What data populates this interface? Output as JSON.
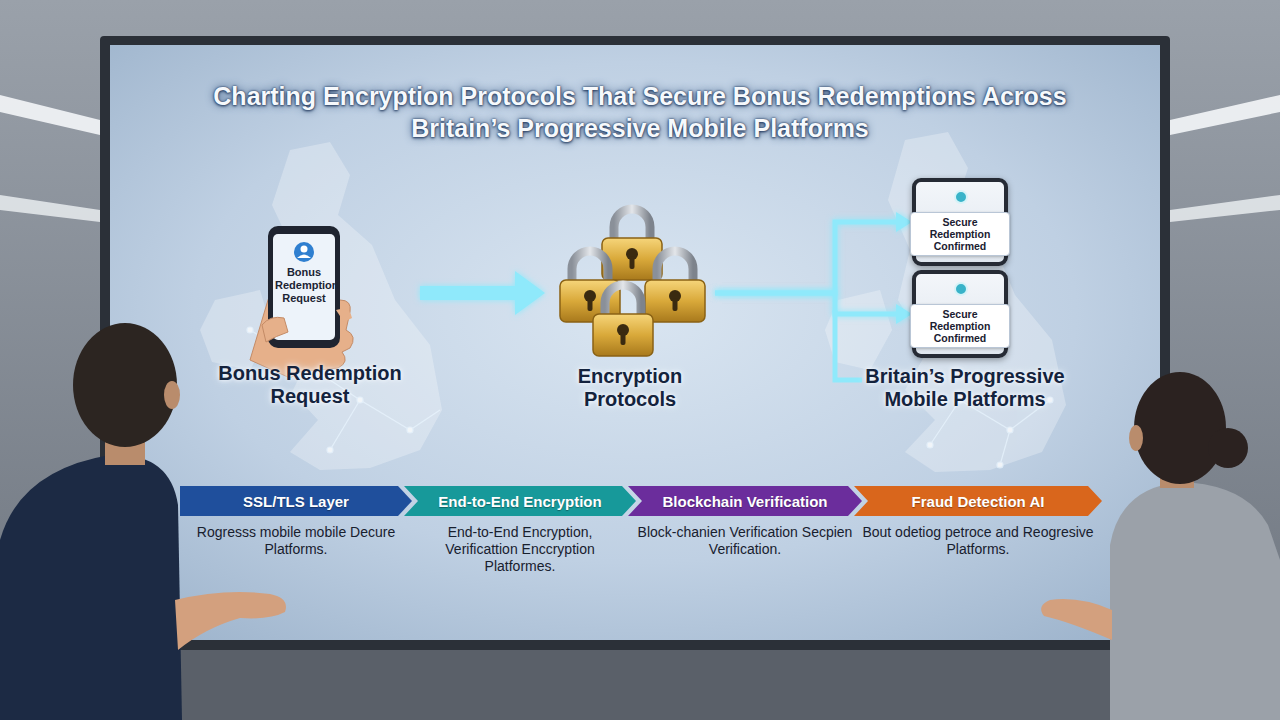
{
  "diagram": {
    "title": "Charting Encryption Protocols That Secure Bonus Redemptions Across Britain’s Progressive Mobile Platforms",
    "nodes": [
      {
        "text": [
          "Bonus Redemption Request",
          "Bonus Redemption Request"
        ]
      },
      {
        "text": [
          "Encryption Protocols"
        ]
      },
      {
        "text": [
          "Secure Redemption Confirmed"
        ]
      },
      {
        "text": [
          "Secure Redemption Confirmed"
        ]
      },
      {
        "text": [
          "SSL/TLS Layer",
          "Rogresss mobile mobile Decure Platforms."
        ]
      },
      {
        "text": [
          "End-to-End Encryption",
          "End-to-End Encryption, Verificattion Enccryption Platformes."
        ]
      },
      {
        "text": [
          "Blockchain Verification",
          "Block-chanien Verification Secpien Verification."
        ]
      },
      {
        "text": [
          "Fraud Detection AI",
          "Bout odetiog petroce and Reogresive Platforms."
        ]
      }
    ],
    "edges": [
      {
        "from": 0,
        "to": 1,
        "arrow": "to"
      },
      {
        "from": 1,
        "to": 2,
        "arrow": "to"
      },
      {
        "from": 1,
        "to": 3,
        "arrow": "to"
      }
    ],
    "labels": [
      "Britain’s Progressive Mobile Platforms"
    ]
  }
}
